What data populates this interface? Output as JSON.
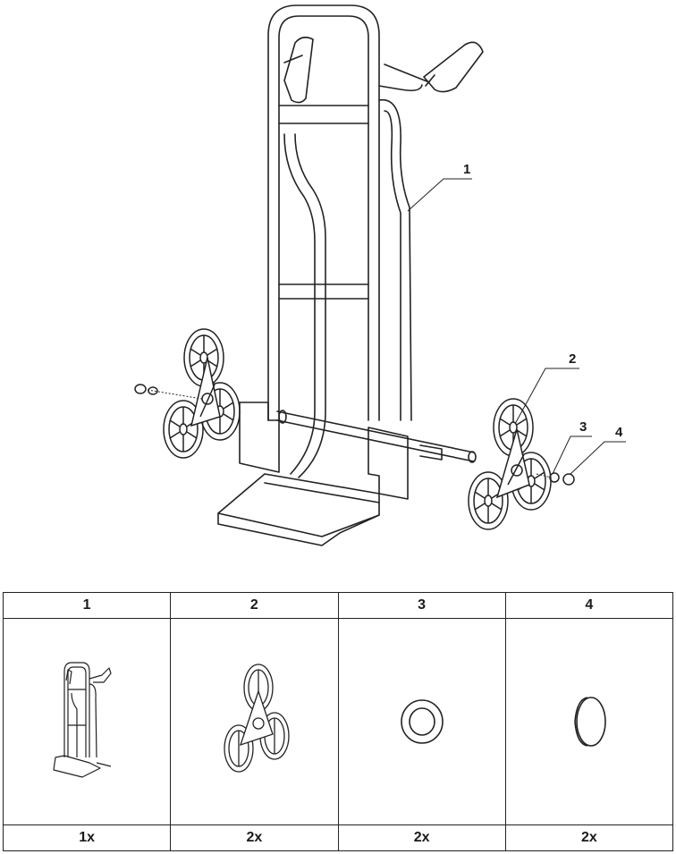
{
  "diagram": {
    "callouts": [
      "1",
      "2",
      "3",
      "4"
    ]
  },
  "parts_table": {
    "columns": [
      {
        "number": "1",
        "part_icon": "hand-truck-frame-icon",
        "quantity": "1x"
      },
      {
        "number": "2",
        "part_icon": "tri-star-wheel-icon",
        "quantity": "2x"
      },
      {
        "number": "3",
        "part_icon": "washer-icon",
        "quantity": "2x"
      },
      {
        "number": "4",
        "part_icon": "axle-cap-icon",
        "quantity": "2x"
      }
    ]
  }
}
